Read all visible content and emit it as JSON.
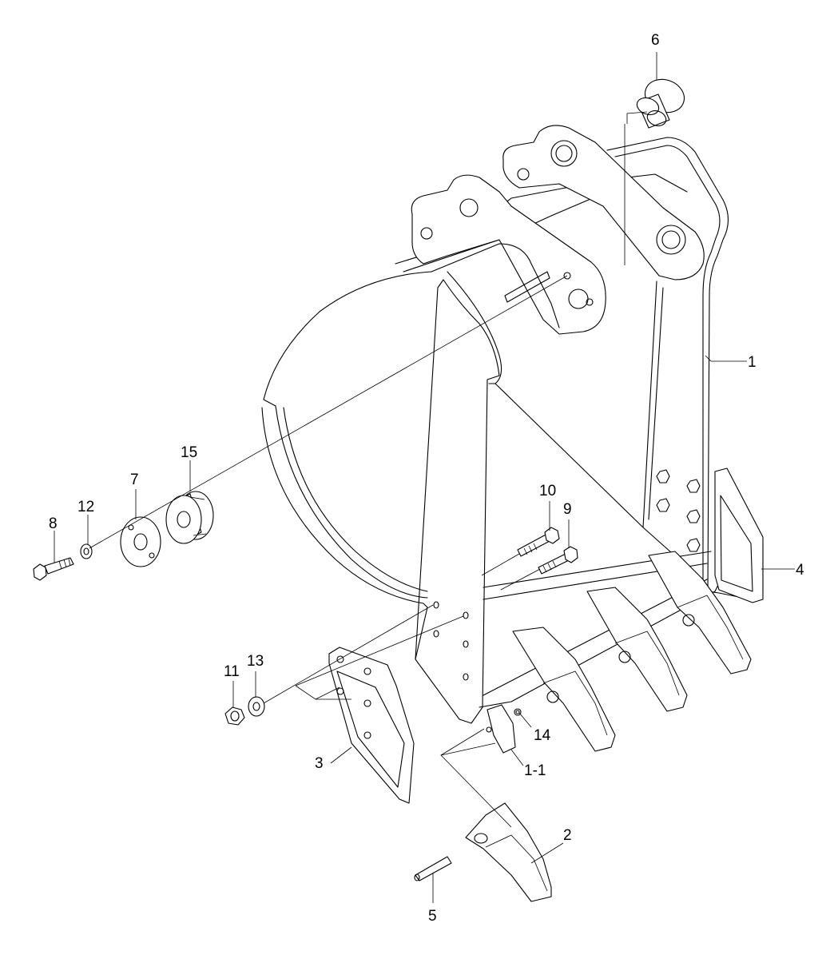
{
  "diagram": {
    "callouts": [
      {
        "id": "c1",
        "label": "1"
      },
      {
        "id": "c1-1",
        "label": "1-1"
      },
      {
        "id": "c2",
        "label": "2"
      },
      {
        "id": "c3",
        "label": "3"
      },
      {
        "id": "c4",
        "label": "4"
      },
      {
        "id": "c5",
        "label": "5"
      },
      {
        "id": "c6",
        "label": "6"
      },
      {
        "id": "c7",
        "label": "7"
      },
      {
        "id": "c8",
        "label": "8"
      },
      {
        "id": "c9",
        "label": "9"
      },
      {
        "id": "c10",
        "label": "10"
      },
      {
        "id": "c11",
        "label": "11"
      },
      {
        "id": "c12",
        "label": "12"
      },
      {
        "id": "c13",
        "label": "13"
      },
      {
        "id": "c14",
        "label": "14"
      },
      {
        "id": "c15",
        "label": "15"
      }
    ]
  }
}
